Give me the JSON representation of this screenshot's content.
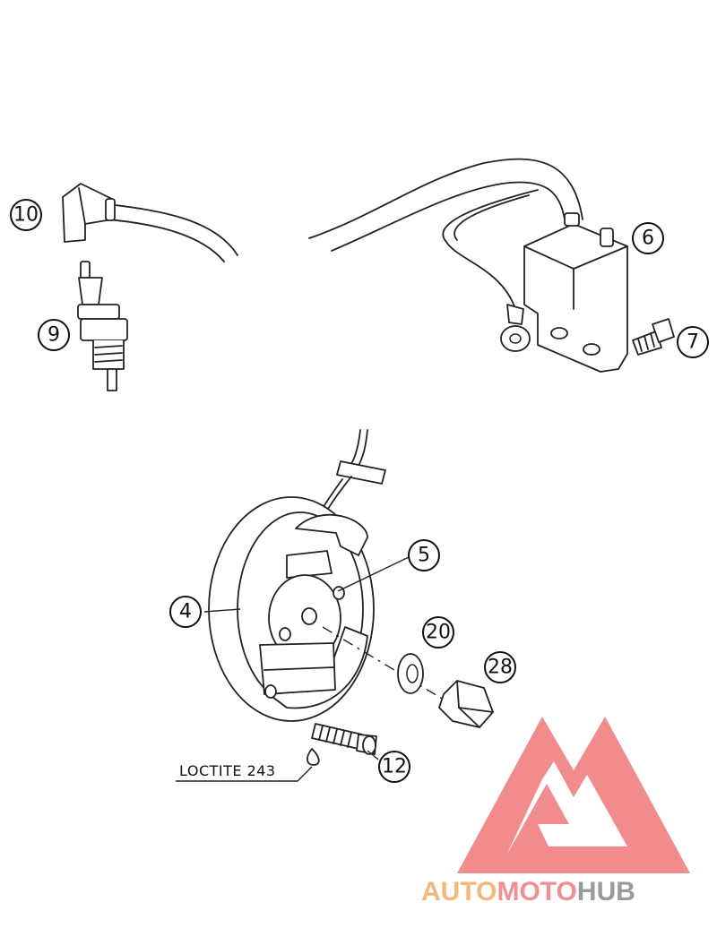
{
  "callouts": {
    "c10": "10",
    "c9": "9",
    "c6": "6",
    "c7": "7",
    "c4": "4",
    "c5": "5",
    "c20": "20",
    "c28": "28",
    "c12": "12"
  },
  "note": "LOCTITE 243",
  "watermark": {
    "part1": "AUTO",
    "part2": "MOTO",
    "part3": "HUB",
    "colors": {
      "auto": "#f4b97a",
      "moto": "#f09090",
      "hub": "#9a9a9a",
      "logo": "#f07878"
    }
  }
}
